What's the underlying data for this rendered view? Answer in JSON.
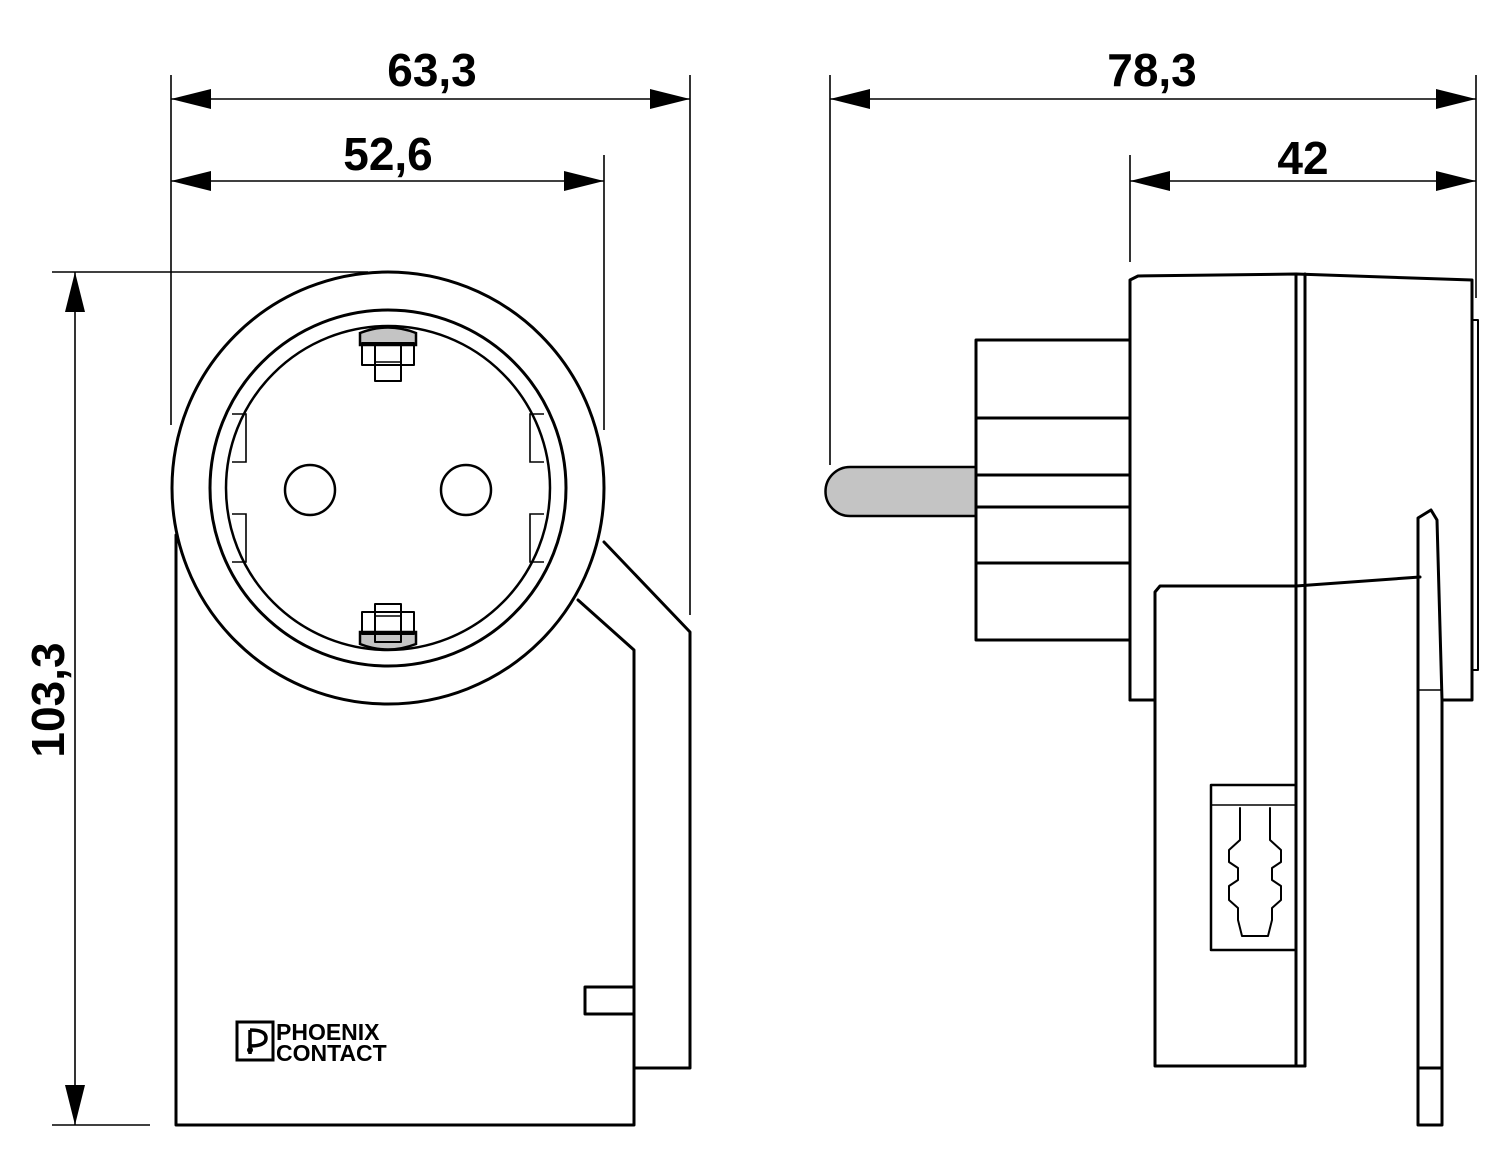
{
  "dimensions": {
    "front_overall_width": "63,3",
    "front_socket_width": "52,6",
    "height": "103,3",
    "side_overall_depth": "78,3",
    "side_housing_depth": "42"
  },
  "logo": {
    "line1": "PHOENIX",
    "line2": "CONTACT"
  }
}
